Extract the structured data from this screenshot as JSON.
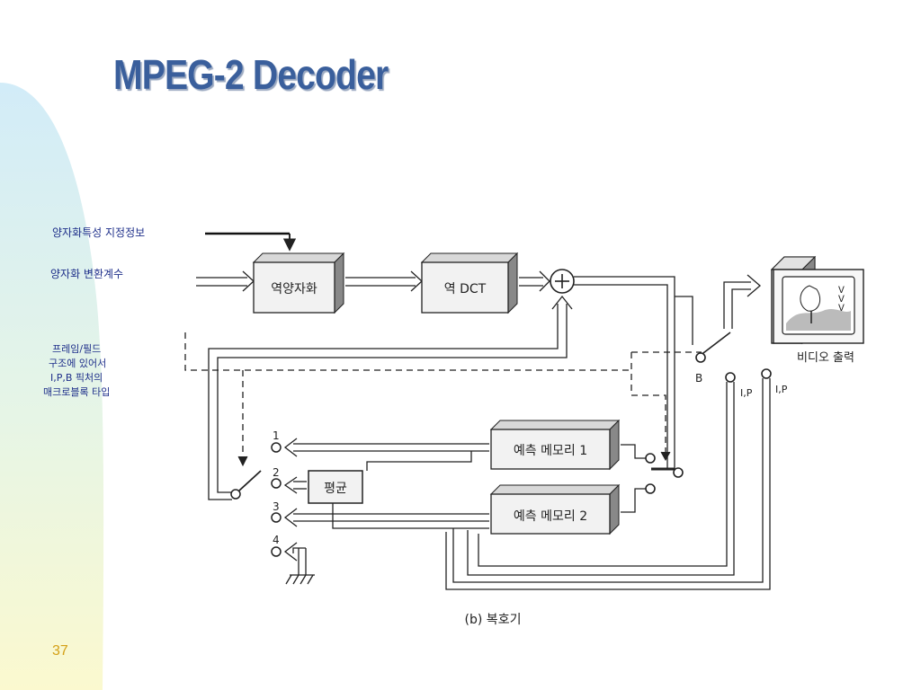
{
  "slide": {
    "title": "MPEG-2 Decoder",
    "page_number": "37"
  },
  "annotations": {
    "quant_info": "양자화특성 지정정보",
    "quant_coeff": "양자화 변환계수",
    "frame_field_1": "프레임/필드",
    "frame_field_2": "구조에 있어서",
    "frame_field_3": "I,P,B 픽처의",
    "frame_field_4": "매크로블록 타입"
  },
  "diagram": {
    "inverse_quant": "역양자화",
    "inverse_dct": "역 DCT",
    "pred_memory_1": "예측 메모리 1",
    "pred_memory_2": "예측 메모리 2",
    "average": "평균",
    "video_out": "비디오 출력",
    "switch_b": "B",
    "switch_ip_1": "I,P",
    "switch_ip_2": "I,P",
    "sel_1": "1",
    "sel_2": "2",
    "sel_3": "3",
    "sel_4": "4",
    "caption": "(b) 복호기"
  },
  "colors": {
    "title": "#3a5f9c",
    "annotation": "#1e2f8a",
    "page_number": "#d4a017"
  }
}
